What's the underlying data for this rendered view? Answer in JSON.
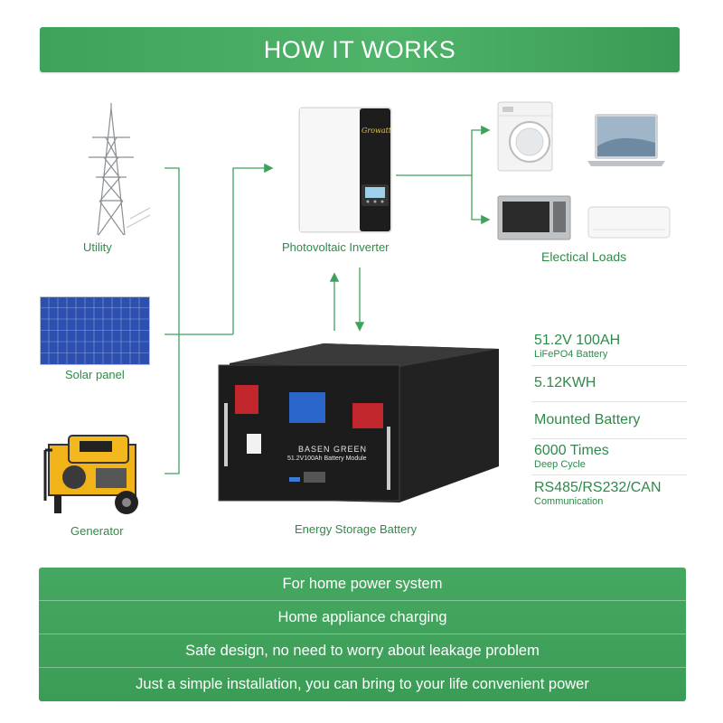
{
  "header": {
    "title": "HOW IT WORKS"
  },
  "sources": {
    "utility": "Utility",
    "solar": "Solar panel",
    "generator": "Generator"
  },
  "inverter": {
    "label": "Photovoltaic Inverter",
    "brand": "Growatt"
  },
  "loads": {
    "label": "Electical Loads"
  },
  "battery": {
    "label": "Energy Storage Battery",
    "brand": "BASEN GREEN",
    "model": "51.2V100Ah Battery Module"
  },
  "specs": [
    {
      "main": "51.2V 100AH",
      "sub": "LiFePO4 Battery"
    },
    {
      "main": "5.12KWH",
      "sub": ""
    },
    {
      "main": "Mounted Battery",
      "sub": ""
    },
    {
      "main": "6000 Times",
      "sub": "Deep Cycle"
    },
    {
      "main": "RS485/RS232/CAN",
      "sub": "Communication"
    }
  ],
  "footer": {
    "lines": [
      "For home power system",
      "Home appliance charging",
      "Safe design, no need to worry about leakage problem",
      "Just a simple installation, you can bring to your life convenient power"
    ]
  },
  "colors": {
    "accent": "#3fa25b",
    "text_green": "#2e8a4a",
    "line_green": "#3fa25b"
  }
}
